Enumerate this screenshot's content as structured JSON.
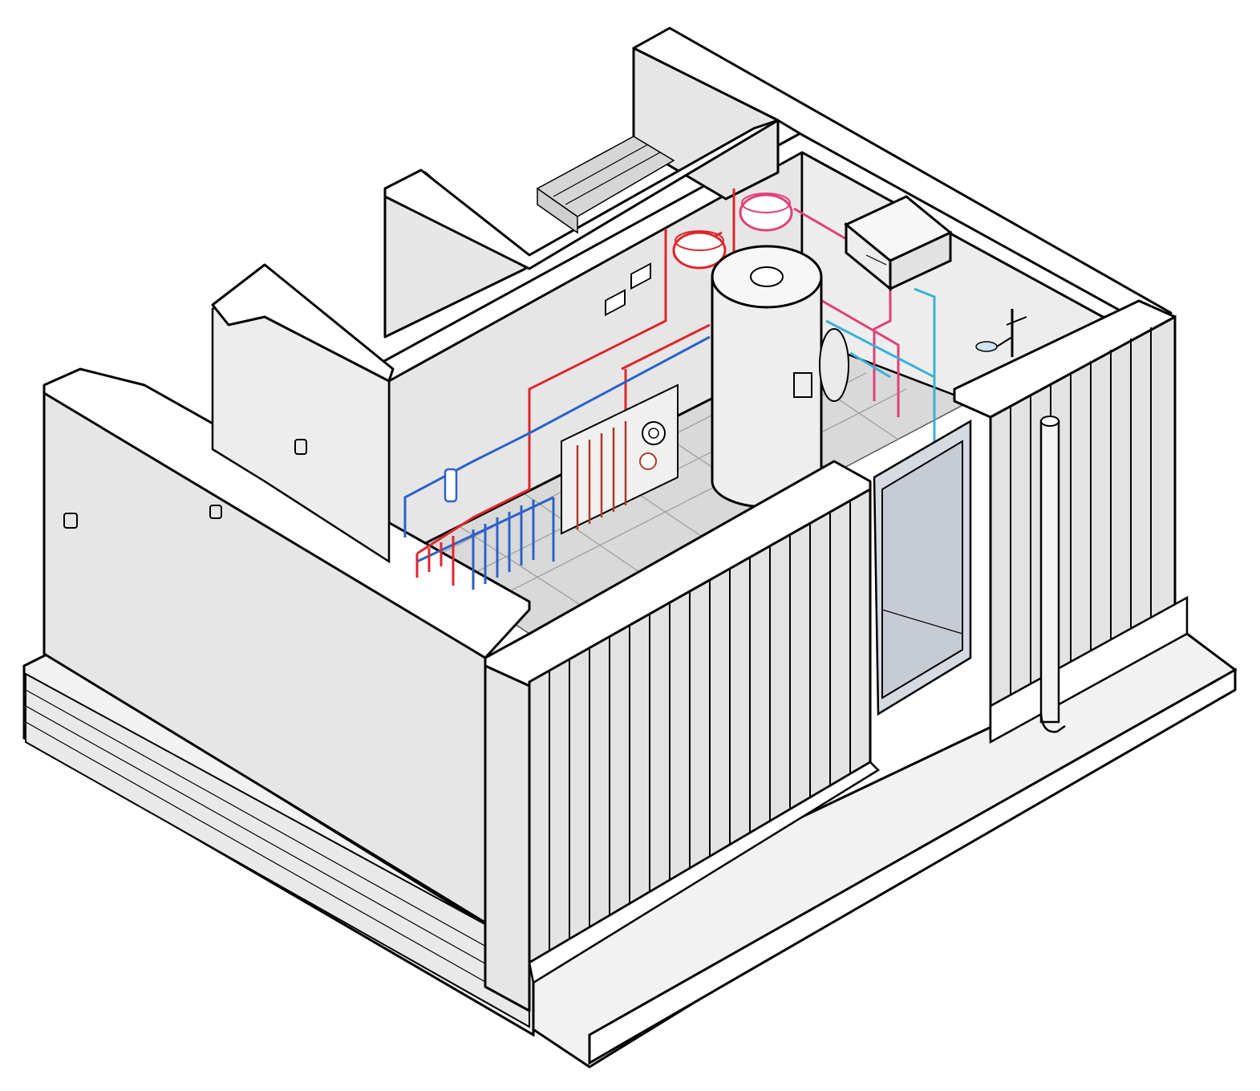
{
  "diagram": {
    "kind": "isometric-building-services-cutaway",
    "colors": {
      "hot_water": "#e0252b",
      "hot_water_secondary": "#e0407a",
      "cold_water": "#2b62c9",
      "cold_water_secondary": "#3ab0d8",
      "wall_face": "#e6e6e6",
      "floor": "#d9d9d9",
      "background": "#ffffff"
    },
    "components": [
      {
        "id": "hot-water-cylinder",
        "icon": "cylinder-tank-icon"
      },
      {
        "id": "expansion-vessel-red",
        "icon": "expansion-vessel-icon"
      },
      {
        "id": "expansion-vessel-pink",
        "icon": "expansion-vessel-icon"
      },
      {
        "id": "wall-mounted-boiler",
        "icon": "boiler-icon"
      },
      {
        "id": "underfloor-heating-manifold",
        "icon": "manifold-icon"
      },
      {
        "id": "pump-group",
        "icon": "pump-icon"
      },
      {
        "id": "water-filter",
        "icon": "filter-icon"
      },
      {
        "id": "shower-head",
        "icon": "shower-icon"
      },
      {
        "id": "downpipe",
        "icon": "pipe-icon"
      },
      {
        "id": "window",
        "icon": "window-icon"
      },
      {
        "id": "staircase",
        "icon": "stairs-icon"
      },
      {
        "id": "electrical-sockets",
        "icon": "socket-icon"
      }
    ]
  }
}
